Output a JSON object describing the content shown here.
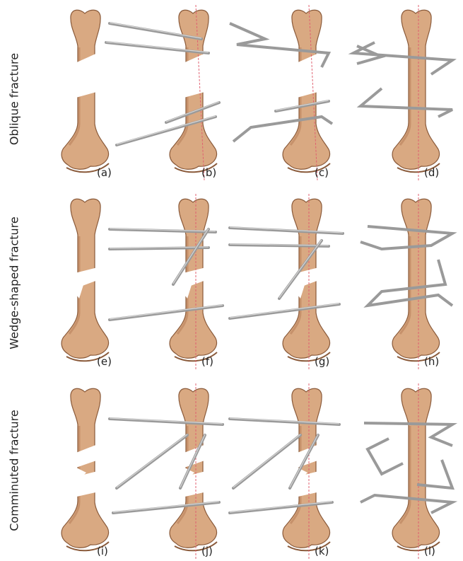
{
  "rows": [
    {
      "label": "Oblique fracture",
      "panels": [
        "(a)",
        "(b)",
        "(c)",
        "(d)"
      ]
    },
    {
      "label": "Wedge-shaped fracture",
      "panels": [
        "(e)",
        "(f)",
        "(g)",
        "(h)"
      ]
    },
    {
      "label": "Comminuted fracture",
      "panels": [
        "(i)",
        "(j)",
        "(k)",
        "(l)"
      ]
    }
  ],
  "colors": {
    "bone_fill": "#d9a982",
    "bone_shade": "#b9825c",
    "bone_outline": "#8a5a3a",
    "wire": "#9a9a9a",
    "axis_line": "#e06070",
    "background": "#ffffff"
  }
}
